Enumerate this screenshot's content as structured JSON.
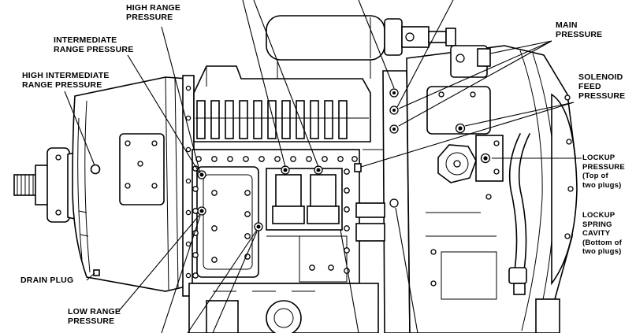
{
  "labels": {
    "high_range": [
      "HIGH RANGE",
      "PRESSURE"
    ],
    "intermediate_range": [
      "INTERMEDIATE",
      "RANGE PRESSURE"
    ],
    "high_intermediate_range": [
      "HIGH INTERMEDIATE",
      "RANGE PRESSURE"
    ],
    "main": [
      "MAIN",
      "PRESSURE"
    ],
    "solenoid_feed": [
      "SOLENOID",
      "FEED",
      "PRESSURE"
    ],
    "lockup": [
      "LOCKUP",
      "PRESSURE",
      "(Top of",
      "two plugs)"
    ],
    "lockup_spring": [
      "LOCKUP",
      "SPRING",
      "CAVITY",
      "(Bottom of",
      "two plugs)"
    ],
    "drain_plug": [
      "DRAIN PLUG"
    ],
    "low_range": [
      "LOW RANGE",
      "PRESSURE"
    ]
  },
  "colors": {
    "ink": "#000000",
    "paper": "#ffffff"
  }
}
